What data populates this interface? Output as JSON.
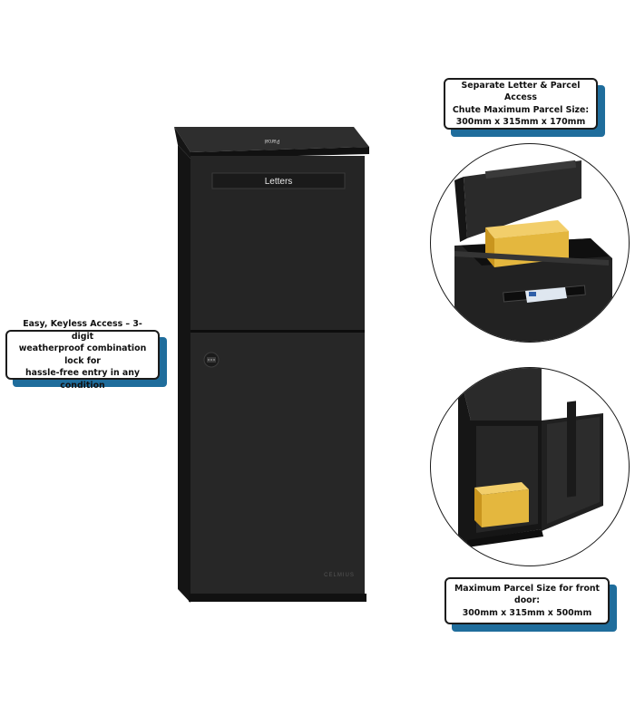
{
  "callouts": {
    "parcel_chute": "Separate Letter & Parcel Access\nChute Maximum Parcel Size:\n300mm x 315mm x 170mm",
    "keyless_lock": "Easy, Keyless Access – 3-digit\nweatherproof combination lock for\nhassle-free entry in any condition",
    "front_door": "Maximum Parcel Size for front door:\n300mm x 315mm x 500mm"
  },
  "mailbox": {
    "letters_label": "Letters",
    "top_label": "Parcel",
    "brand": "CELMIUS"
  },
  "colors": {
    "mailbox_body": "#232323",
    "callout_shadow": "#1f6d9c",
    "parcel": "#e4b73e"
  }
}
